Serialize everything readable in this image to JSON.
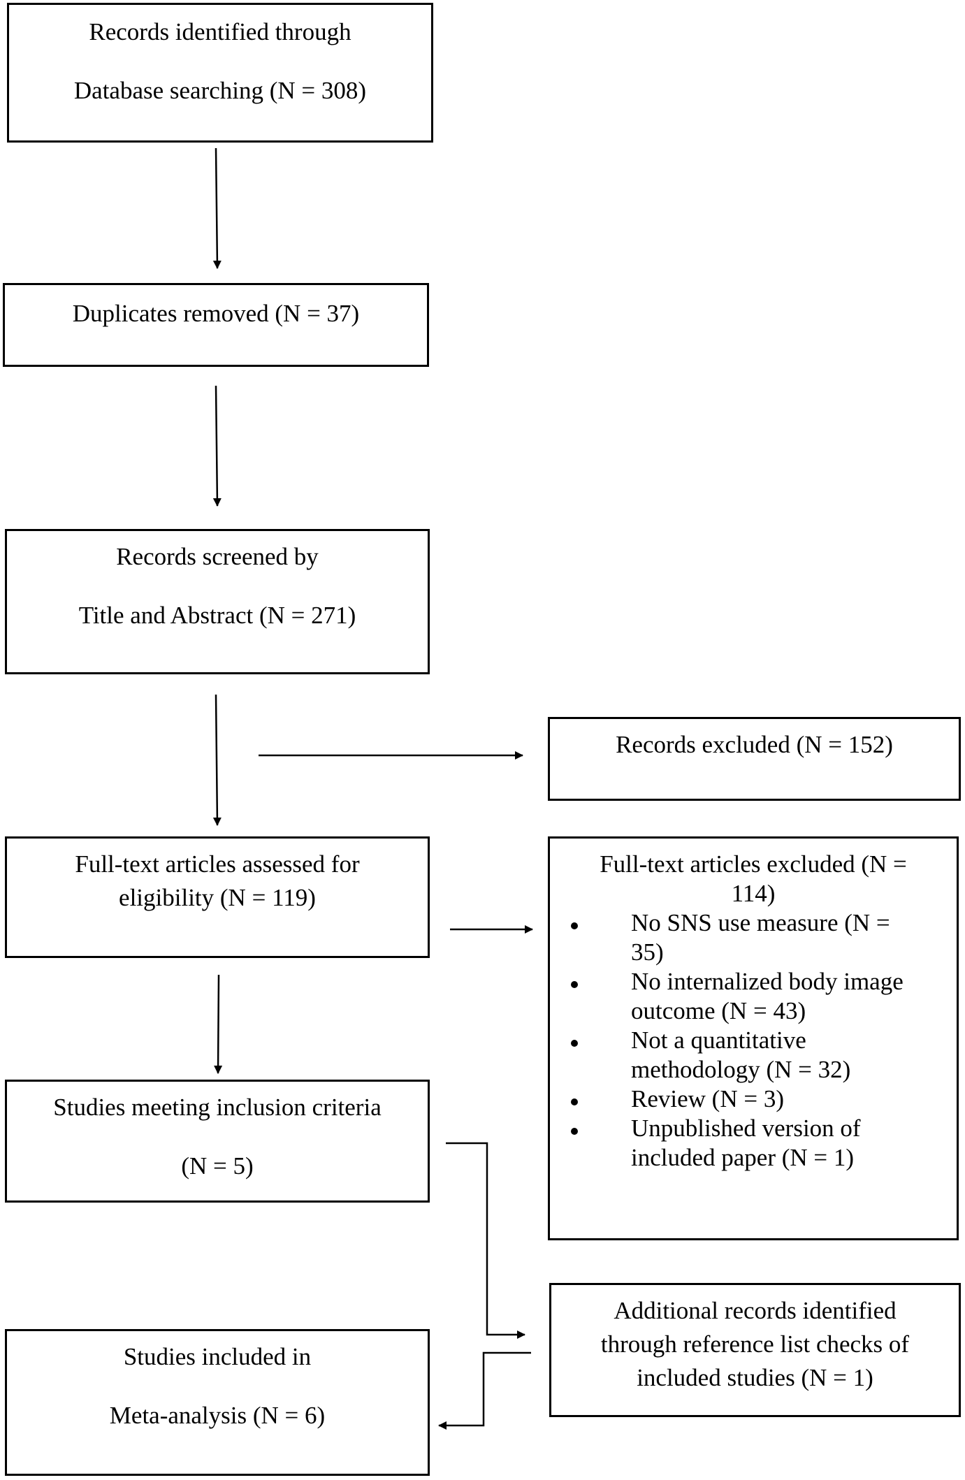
{
  "boxes": {
    "identified": {
      "line1": "Records identified through",
      "line2": "Database searching (N = 308)"
    },
    "duplicates": {
      "line1": "Duplicates removed (N = 37)"
    },
    "screened": {
      "line1": "Records screened by",
      "line2": "Title and Abstract (N = 271)"
    },
    "excluded": {
      "line1": "Records excluded (N = 152)"
    },
    "fulltext": {
      "line1": "Full-text articles assessed for",
      "line2": "eligibility (N = 119)"
    },
    "fulltext_excluded": {
      "title_line1": "Full-text articles excluded (N =",
      "title_line2": "114)",
      "reasons": [
        {
          "line1": "No SNS use measure (N =",
          "line2": "35)"
        },
        {
          "line1": "No internalized body image",
          "line2": "outcome (N = 43)"
        },
        {
          "line1": "Not a quantitative",
          "line2": "methodology (N = 32)"
        },
        {
          "line1": "Review (N = 3)",
          "line2": ""
        },
        {
          "line1": "Unpublished version of",
          "line2": "included paper (N = 1)"
        }
      ]
    },
    "inclusion": {
      "line1": "Studies meeting inclusion criteria",
      "line2": "(N = 5)"
    },
    "additional": {
      "line1": "Additional records identified",
      "line2": "through reference list checks of",
      "line3": "included studies (N = 1)"
    },
    "meta": {
      "line1": "Studies included in",
      "line2": "Meta-analysis (N = 6)"
    }
  }
}
